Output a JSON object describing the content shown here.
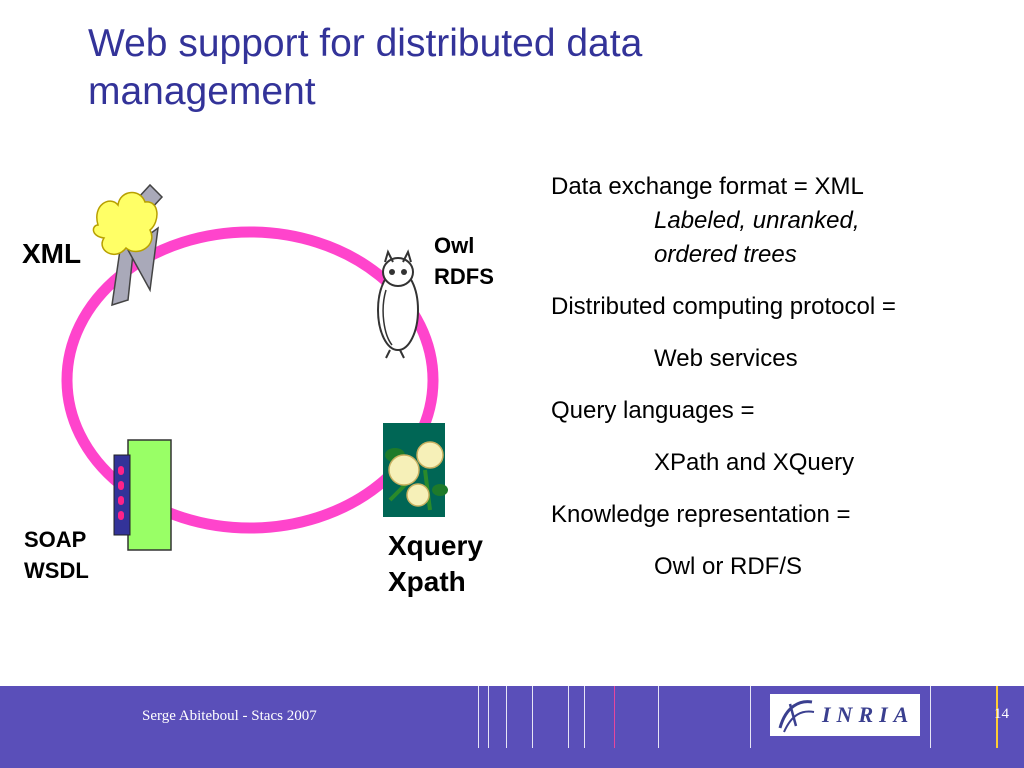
{
  "slide": {
    "title": "Web support for distributed data management",
    "diagram": {
      "labels": {
        "xml": "XML",
        "owl": "Owl",
        "rdfs": "RDFS",
        "soap": "SOAP",
        "wsdl": "WSDL",
        "xquery": "Xquery",
        "xpath": "Xpath"
      },
      "colors": {
        "ring": "#ff44cc",
        "panel": "#99ff66"
      }
    },
    "bullets": [
      {
        "heading": "Data exchange format = XML",
        "detail_lines": [
          "Labeled, unranked,",
          "ordered trees"
        ]
      },
      {
        "heading": "Distributed computing protocol =",
        "detail_lines": [
          "Web services"
        ]
      },
      {
        "heading": "Query languages =",
        "detail_lines": [
          "XPath and XQuery"
        ]
      },
      {
        "heading": "Knowledge representation =",
        "detail_lines": [
          "Owl or RDF/S"
        ]
      }
    ]
  },
  "footer": {
    "author": "Serge Abiteboul - Stacs 2007",
    "page_number": "14",
    "logo_text": "INRIA",
    "background": "#5a4fb9"
  }
}
